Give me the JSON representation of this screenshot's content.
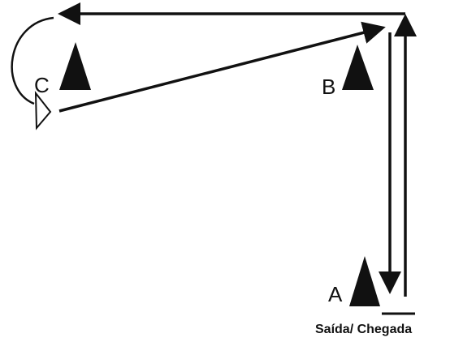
{
  "cones": [
    {
      "id": "C",
      "label": "C"
    },
    {
      "id": "B",
      "label": "B"
    },
    {
      "id": "A",
      "label": "A"
    }
  ],
  "start_finish_label": "Saída/ Chegada",
  "colors": {
    "ink": "#111111",
    "background": "#ffffff"
  }
}
